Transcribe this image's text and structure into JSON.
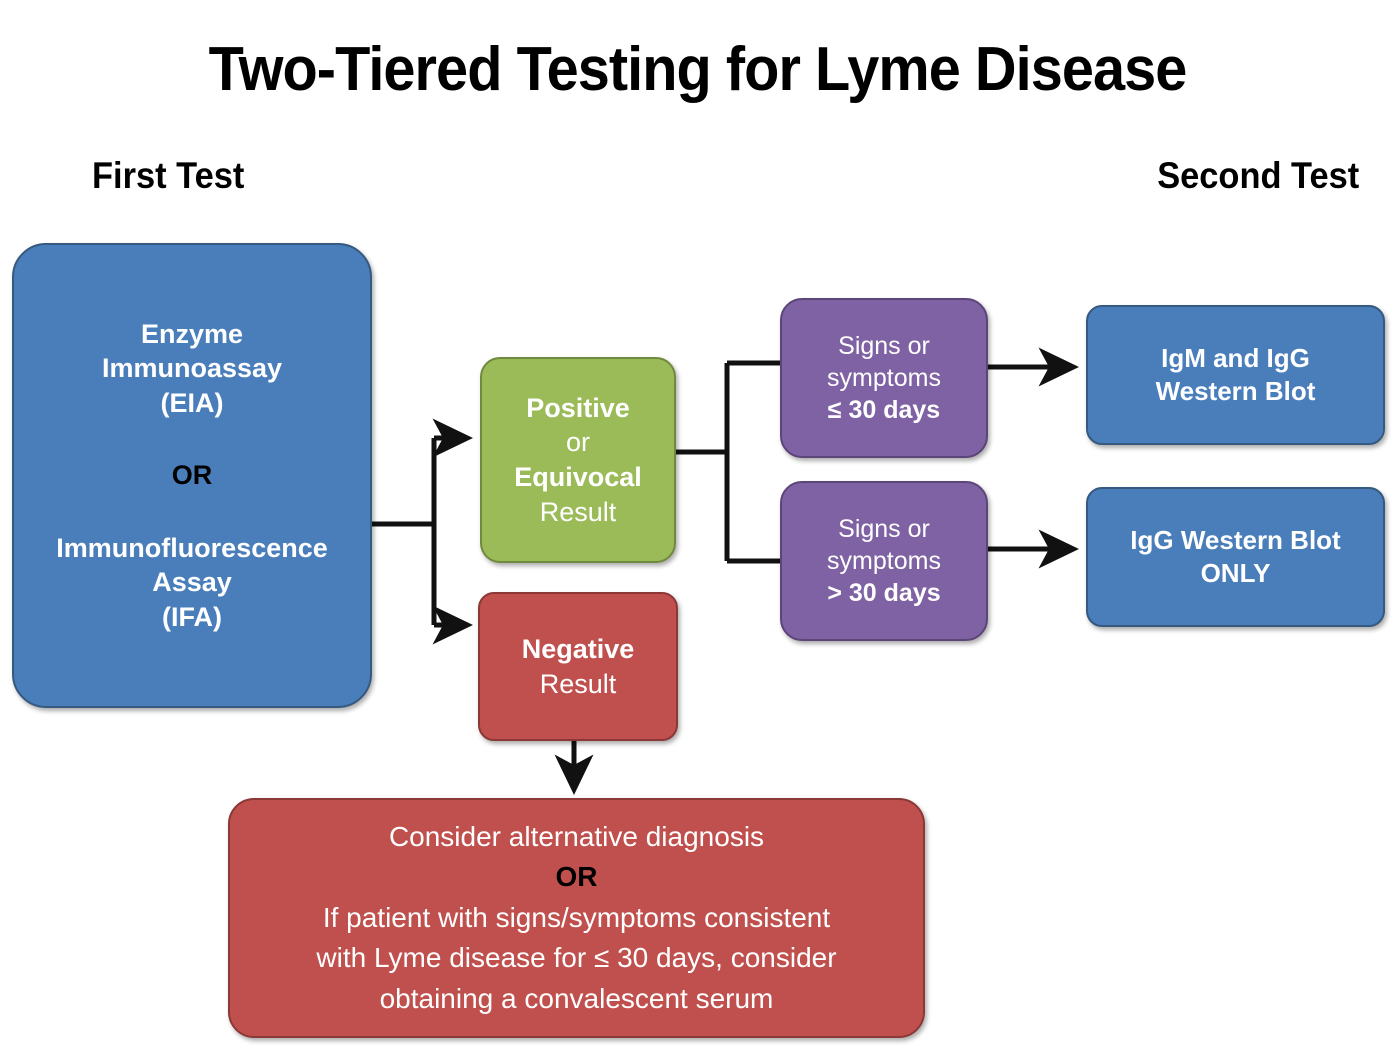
{
  "title": "Two-Tiered Testing for Lyme Disease",
  "labels": {
    "first_test": "First Test",
    "second_test": "Second Test"
  },
  "colors": {
    "blue": "#4a7ebb",
    "green": "#9bbb59",
    "purple": "#7f62a3",
    "red": "#c0504d",
    "text_white": "#ffffff",
    "text_black": "#000000"
  },
  "nodes": {
    "first_test": {
      "line1": "Enzyme",
      "line2": "Immunoassay",
      "line3": "(EIA)",
      "connector": "OR",
      "line4": "Immunofluorescence",
      "line5": "Assay",
      "line6": "(IFA)"
    },
    "positive": {
      "line1": "Positive",
      "line2": "or",
      "line3": "Equivocal",
      "line4": "Result"
    },
    "negative": {
      "line1": "Negative",
      "line2": "Result"
    },
    "signs_le_30": {
      "line1": "Signs or",
      "line2": "symptoms",
      "line3": "≤ 30 days"
    },
    "signs_gt_30": {
      "line1": "Signs or",
      "line2": "symptoms",
      "line3": "> 30 days"
    },
    "igm_igg_blot": {
      "line1": "IgM  and IgG",
      "line2": "Western Blot"
    },
    "igg_blot_only": {
      "line1": "IgG Western Blot",
      "line2": "ONLY"
    },
    "alternative_diagnosis": {
      "line1": "Consider alternative diagnosis",
      "connector": "OR",
      "line2": "If patient with signs/symptoms consistent",
      "line3": "with Lyme disease for ≤ 30 days, consider",
      "line4": "obtaining a convalescent serum"
    }
  }
}
